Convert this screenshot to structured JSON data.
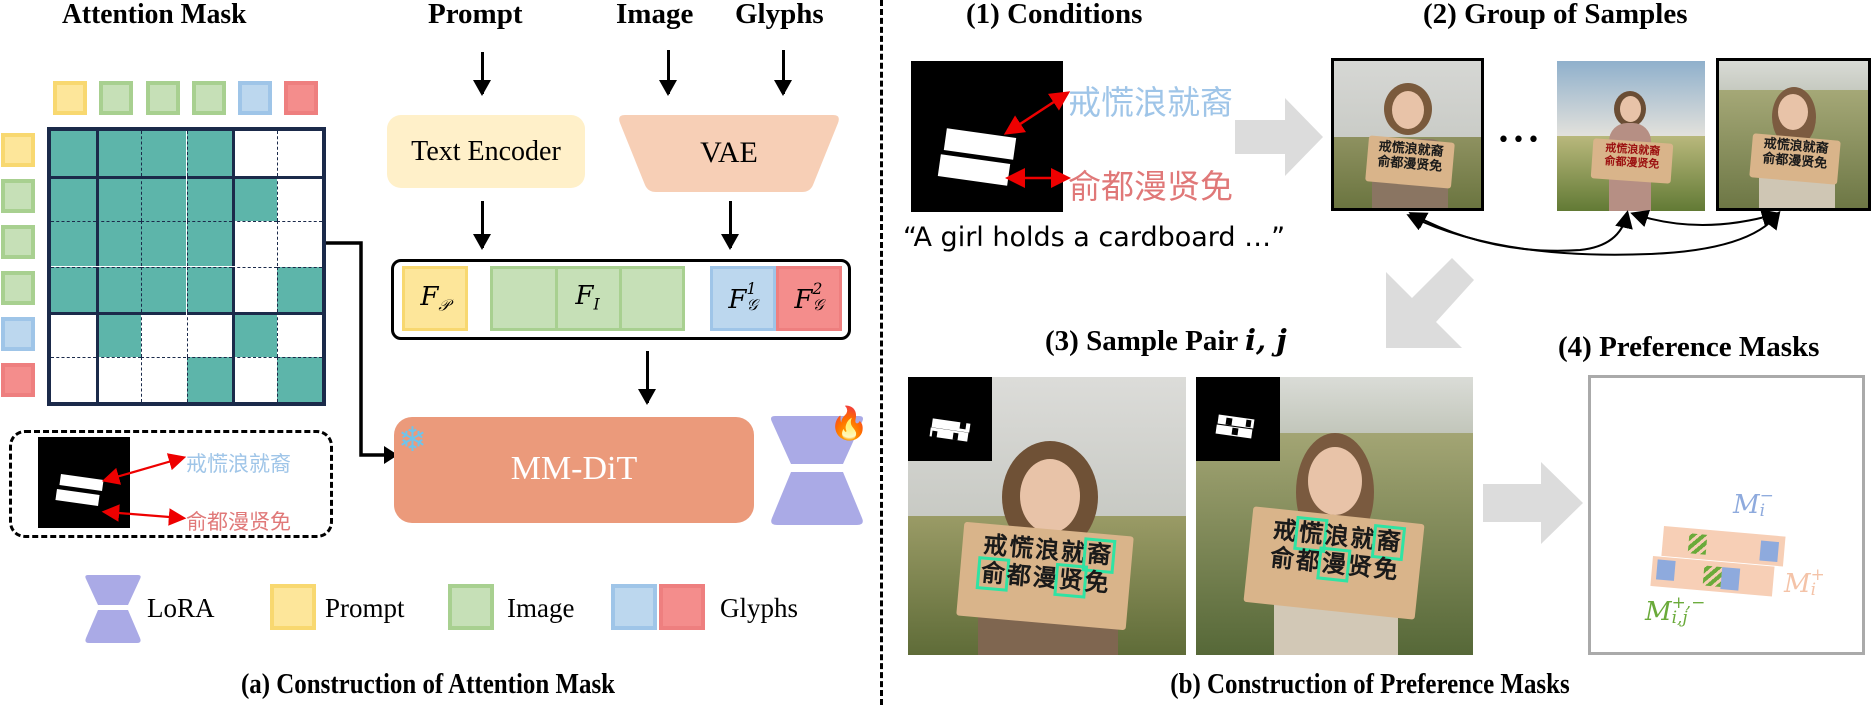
{
  "panel_a": {
    "matrix_title": "Attention Mask",
    "inputs": {
      "prompt": "Prompt",
      "image": "Image",
      "glyphs": "Glyphs"
    },
    "text_encoder_label": "Text Encoder",
    "vae_label": "VAE",
    "features": {
      "prompt": "F𝒫",
      "prompt_base": "F",
      "prompt_sub": "𝒫",
      "image_base": "F",
      "image_sub": "I",
      "glyph1_base": "F",
      "glyph1_sub": "𝒢",
      "glyph1_sup": "1",
      "glyph2_base": "F",
      "glyph2_sub": "𝒢",
      "glyph2_sup": "2"
    },
    "mmdit_label": "MM-DiT",
    "frozen_icon": "❄",
    "trainable_icon": "🔥",
    "matrix": {
      "row_tokens": [
        "prompt",
        "image",
        "image",
        "image",
        "glyph1",
        "glyph2"
      ],
      "col_tokens": [
        "prompt",
        "image",
        "image",
        "image",
        "glyph1",
        "glyph2"
      ],
      "cells": [
        [
          1,
          1,
          1,
          1,
          0,
          0
        ],
        [
          1,
          1,
          1,
          1,
          1,
          0
        ],
        [
          1,
          1,
          1,
          1,
          0,
          0
        ],
        [
          1,
          1,
          1,
          1,
          0,
          1
        ],
        [
          0,
          1,
          0,
          0,
          1,
          0
        ],
        [
          0,
          0,
          0,
          1,
          0,
          1
        ]
      ]
    },
    "glyph_example": {
      "text1": "戒慌浪就裔",
      "text2": "俞都漫贤免"
    },
    "legend": [
      {
        "label": "LoRA"
      },
      {
        "label": "Prompt"
      },
      {
        "label": "Image"
      },
      {
        "label": "Glyphs"
      }
    ],
    "caption": "(a) Construction of Attention Mask"
  },
  "panel_b": {
    "step1_title": "(1) Conditions",
    "step1_text1": "戒慌浪就裔",
    "step1_text2": "俞都漫贤免",
    "step1_prompt": "“A girl holds a cardboard …”",
    "step2_title": "(2) Group of Samples",
    "step2_ellipsis": "•••",
    "samples": [
      {
        "line1": "戒慌浪就裔",
        "line2": "俞都漫贤免"
      },
      {
        "line1": "戒慌浪就裔",
        "line2": "俞都漫贤免"
      },
      {
        "line1": "戒慌浪就裔",
        "line2": "俞都漫贤免"
      }
    ],
    "step3_title_prefix": "(3) Sample Pair ",
    "step3_title_vars": "i, j",
    "pair": [
      {
        "line1": [
          "戒",
          "慌",
          "浪",
          "就",
          "裔"
        ],
        "line2": [
          "俞",
          "都",
          "漫",
          "贤",
          "免"
        ],
        "highlight1": [
          4
        ],
        "highlight2": [
          0,
          3
        ]
      },
      {
        "line1": [
          "戒",
          "慌",
          "浪",
          "就",
          "裔"
        ],
        "line2": [
          "俞",
          "都",
          "漫",
          "贤",
          "免"
        ],
        "highlight1": [
          1,
          4
        ],
        "highlight2": [
          2
        ]
      }
    ],
    "step4_title": "(4) Preference Masks",
    "mask_labels": {
      "neg_base": "M",
      "neg_sub": "i",
      "neg_sup": "−",
      "pos_base": "M",
      "pos_sub": "i",
      "pos_sup": "+",
      "pair_base": "M",
      "pair_sub": "i,j",
      "pair_sup": "+,−"
    },
    "caption": "(b) Construction of Preference Masks"
  },
  "colors": {
    "prompt": "#fde69a",
    "image": "#c6e0b7",
    "glyph1": "#bcd7ee",
    "glyph2": "#f48d8c",
    "attend": "#5db5aa",
    "matrix_border": "#1b2a4a",
    "text_encoder": "#fff0c9",
    "vae": "#f7cfb6",
    "mmdit": "#eb9a7b",
    "lora": "#aaaae6",
    "glyph_text_blue": "#9fc5e8",
    "glyph_text_red": "#e07878",
    "highlight": "#2fe3a3",
    "mask_pos": "#f7cfb6",
    "mask_neg": "#8eaadd",
    "mask_pair": "#6aaa3a"
  }
}
